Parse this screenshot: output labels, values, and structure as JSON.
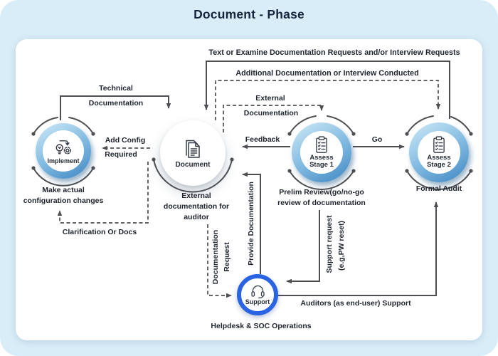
{
  "title": "Document - Phase",
  "colors": {
    "background": "#d9edf8",
    "card": "#ffffff",
    "title_text": "#16243d",
    "connector": "#4d4f52",
    "node_ring_light": "#bfe1f3",
    "node_ring_dark": "#3e86c2",
    "support_ring": "#2b64e3"
  },
  "nodes": {
    "implement": {
      "icon": "lightbulb-gear-icon",
      "label": "Implement",
      "sublabel": [
        "Make actual",
        "configuration changes"
      ]
    },
    "document": {
      "icon": "document-icon",
      "label": "Document",
      "sublabel": [
        "External",
        "documentation for",
        "auditor"
      ]
    },
    "assess_stage_1": {
      "icon": "clipboard-checklist-icon",
      "label": [
        "Assess",
        "Stage 1"
      ],
      "sublabel": [
        "Prelim Review(go/no-go",
        "review of documentation"
      ]
    },
    "assess_stage_2": {
      "icon": "clipboard-checklist-icon",
      "label": [
        "Assess",
        "Stage 2"
      ],
      "sublabel": [
        "Formal Audit"
      ]
    },
    "support": {
      "icon": "headset-icon",
      "label": "Support",
      "sublabel": [
        "Helpdesk & SOC Operations"
      ]
    }
  },
  "edges": {
    "top_solid": "Text or Examine Documentation Requests and/or Interview Requests",
    "top_dashed": "Additional Documentation or Interview Conducted",
    "technical": [
      "Technical",
      "Documentation"
    ],
    "external_documentation": [
      "External",
      "Documentation"
    ],
    "feedback": "Feedback",
    "go": "Go",
    "add_config": [
      "Add Config",
      "Required"
    ],
    "clarification": "Clarification Or Docs",
    "documentation_request": [
      "Documentation",
      "Request"
    ],
    "provide_documentation": "Provide Documentation",
    "support_request": [
      "Support request",
      "(e.g,PW reset)"
    ],
    "auditors_support": "Auditors (as end-user) Support"
  }
}
